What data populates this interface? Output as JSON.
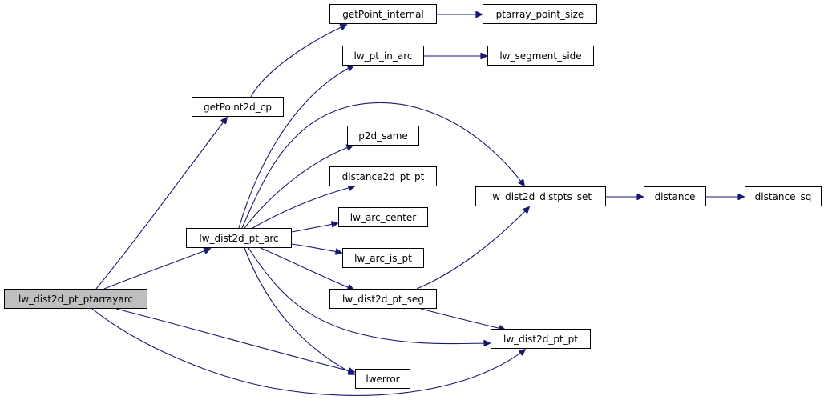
{
  "diagram": {
    "type": "call-graph",
    "root": "lw_dist2d_pt_ptarrayarc",
    "nodes": [
      {
        "id": "lw_dist2d_pt_ptarrayarc",
        "label": "lw_dist2d_pt_ptarrayarc",
        "root": true
      },
      {
        "id": "getPoint2d_cp",
        "label": "getPoint2d_cp"
      },
      {
        "id": "getPoint_internal",
        "label": "getPoint_internal"
      },
      {
        "id": "ptarray_point_size",
        "label": "ptarray_point_size"
      },
      {
        "id": "lw_dist2d_pt_arc",
        "label": "lw_dist2d_pt_arc"
      },
      {
        "id": "lw_pt_in_arc",
        "label": "lw_pt_in_arc"
      },
      {
        "id": "lw_segment_side",
        "label": "lw_segment_side"
      },
      {
        "id": "p2d_same",
        "label": "p2d_same"
      },
      {
        "id": "distance2d_pt_pt",
        "label": "distance2d_pt_pt"
      },
      {
        "id": "lw_arc_center",
        "label": "lw_arc_center"
      },
      {
        "id": "lw_arc_is_pt",
        "label": "lw_arc_is_pt"
      },
      {
        "id": "lw_dist2d_pt_seg",
        "label": "lw_dist2d_pt_seg"
      },
      {
        "id": "lw_dist2d_distpts_set",
        "label": "lw_dist2d_distpts_set"
      },
      {
        "id": "distance",
        "label": "distance"
      },
      {
        "id": "distance_sq",
        "label": "distance_sq"
      },
      {
        "id": "lw_dist2d_pt_pt",
        "label": "lw_dist2d_pt_pt"
      },
      {
        "id": "lwerror",
        "label": "lwerror"
      }
    ],
    "edges": [
      {
        "from": "lw_dist2d_pt_ptarrayarc",
        "to": "getPoint2d_cp"
      },
      {
        "from": "lw_dist2d_pt_ptarrayarc",
        "to": "lw_dist2d_pt_arc"
      },
      {
        "from": "lw_dist2d_pt_ptarrayarc",
        "to": "lwerror"
      },
      {
        "from": "lw_dist2d_pt_ptarrayarc",
        "to": "lw_dist2d_pt_pt"
      },
      {
        "from": "getPoint2d_cp",
        "to": "getPoint_internal"
      },
      {
        "from": "getPoint_internal",
        "to": "ptarray_point_size"
      },
      {
        "from": "lw_dist2d_pt_arc",
        "to": "lw_pt_in_arc"
      },
      {
        "from": "lw_dist2d_pt_arc",
        "to": "lw_dist2d_distpts_set"
      },
      {
        "from": "lw_dist2d_pt_arc",
        "to": "p2d_same"
      },
      {
        "from": "lw_dist2d_pt_arc",
        "to": "distance2d_pt_pt"
      },
      {
        "from": "lw_dist2d_pt_arc",
        "to": "lw_arc_center"
      },
      {
        "from": "lw_dist2d_pt_arc",
        "to": "lw_arc_is_pt"
      },
      {
        "from": "lw_dist2d_pt_arc",
        "to": "lw_dist2d_pt_seg"
      },
      {
        "from": "lw_dist2d_pt_arc",
        "to": "lw_dist2d_pt_pt"
      },
      {
        "from": "lw_dist2d_pt_arc",
        "to": "lwerror"
      },
      {
        "from": "lw_pt_in_arc",
        "to": "lw_segment_side"
      },
      {
        "from": "lw_dist2d_pt_seg",
        "to": "lw_dist2d_distpts_set"
      },
      {
        "from": "lw_dist2d_pt_seg",
        "to": "lw_dist2d_pt_pt"
      },
      {
        "from": "lw_dist2d_distpts_set",
        "to": "distance"
      },
      {
        "from": "distance",
        "to": "distance_sq"
      }
    ],
    "colors": {
      "edge": "#191970",
      "root_fill": "#bfbfbf",
      "node_fill": "#ffffff",
      "border": "#000000"
    }
  }
}
